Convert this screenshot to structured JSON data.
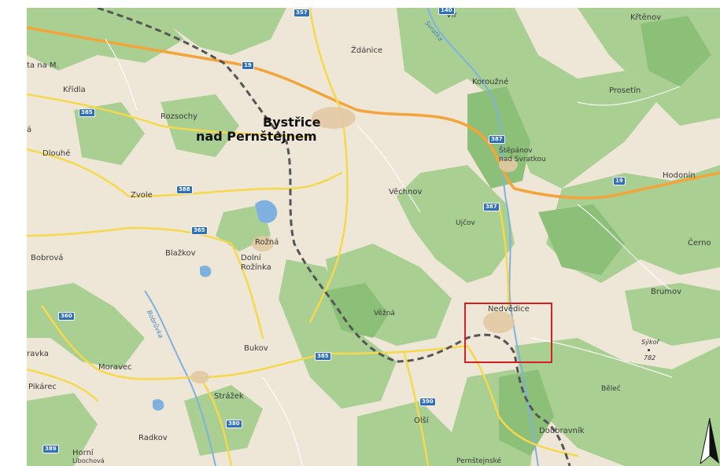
{
  "places": {
    "bystrice_line1": "Bystřice",
    "bystrice_line2": "nad Pernštejnem",
    "zdanice": "Ždánice",
    "vir": "Vír",
    "krtenov": "Křtěnov",
    "ta_na_m": "ta na M.",
    "kridla": "Křídla",
    "rozsochy": "Rozsochy",
    "korouzne": "Koroužné",
    "prosetin": "Prosetín",
    "dlouhe": "Dlouhé",
    "stepanov_line1": "Štěpánov",
    "stepanov_line2": "nad Svratkou",
    "hodonin": "Hodonín",
    "zvole": "Zvole",
    "vechnov": "Věchnov",
    "ujcov": "Ujčov",
    "cerno": "Černo",
    "bobrova": "Bobrová",
    "blazkov": "Blažkov",
    "rozna": "Rožná",
    "dolni_line1": "Dolní",
    "dolni_line2": "Rožínka",
    "brumov": "Brumov",
    "vezna": "Věžná",
    "nedvedice": "Nedvědice",
    "sykor": "Sýkoř",
    "sykor_alt": "782",
    "avka": "ravka",
    "bukov": "Bukov",
    "moravec": "Moravec",
    "pikarec": "Pikárec",
    "strazek": "Strážek",
    "belec": "Běleč",
    "radkov": "Radkov",
    "olsi": "Olší",
    "doubravnik": "Doubravník",
    "horni_line1": "Horní",
    "horni_line2": "Libochová",
    "pernstejnske": "Pernštejnské",
    "left_partial": "á"
  },
  "roads": {
    "r357": "357",
    "r19a": "19",
    "r19b": "19",
    "r385": "385",
    "r387a": "387",
    "r387b": "387",
    "r388": "388",
    "r365": "365",
    "r360": "360",
    "r385b": "385",
    "r390": "390",
    "r380": "380",
    "r389": "389",
    "r140": "140"
  },
  "rivers": {
    "svratka": "Svratka",
    "bobruvka": "Bobrůvka"
  },
  "colors": {
    "land": "#eee7d7",
    "forest": "#a9cf93",
    "forest_dark": "#8cbf78",
    "road_main": "#f3a43a",
    "road_secondary": "#f6d84c",
    "water": "#7fb1e0",
    "boundary": "#555555",
    "highlight": "#d62020",
    "shield": "#2f6fb7"
  },
  "icons": {
    "north": "north-arrow-icon"
  }
}
